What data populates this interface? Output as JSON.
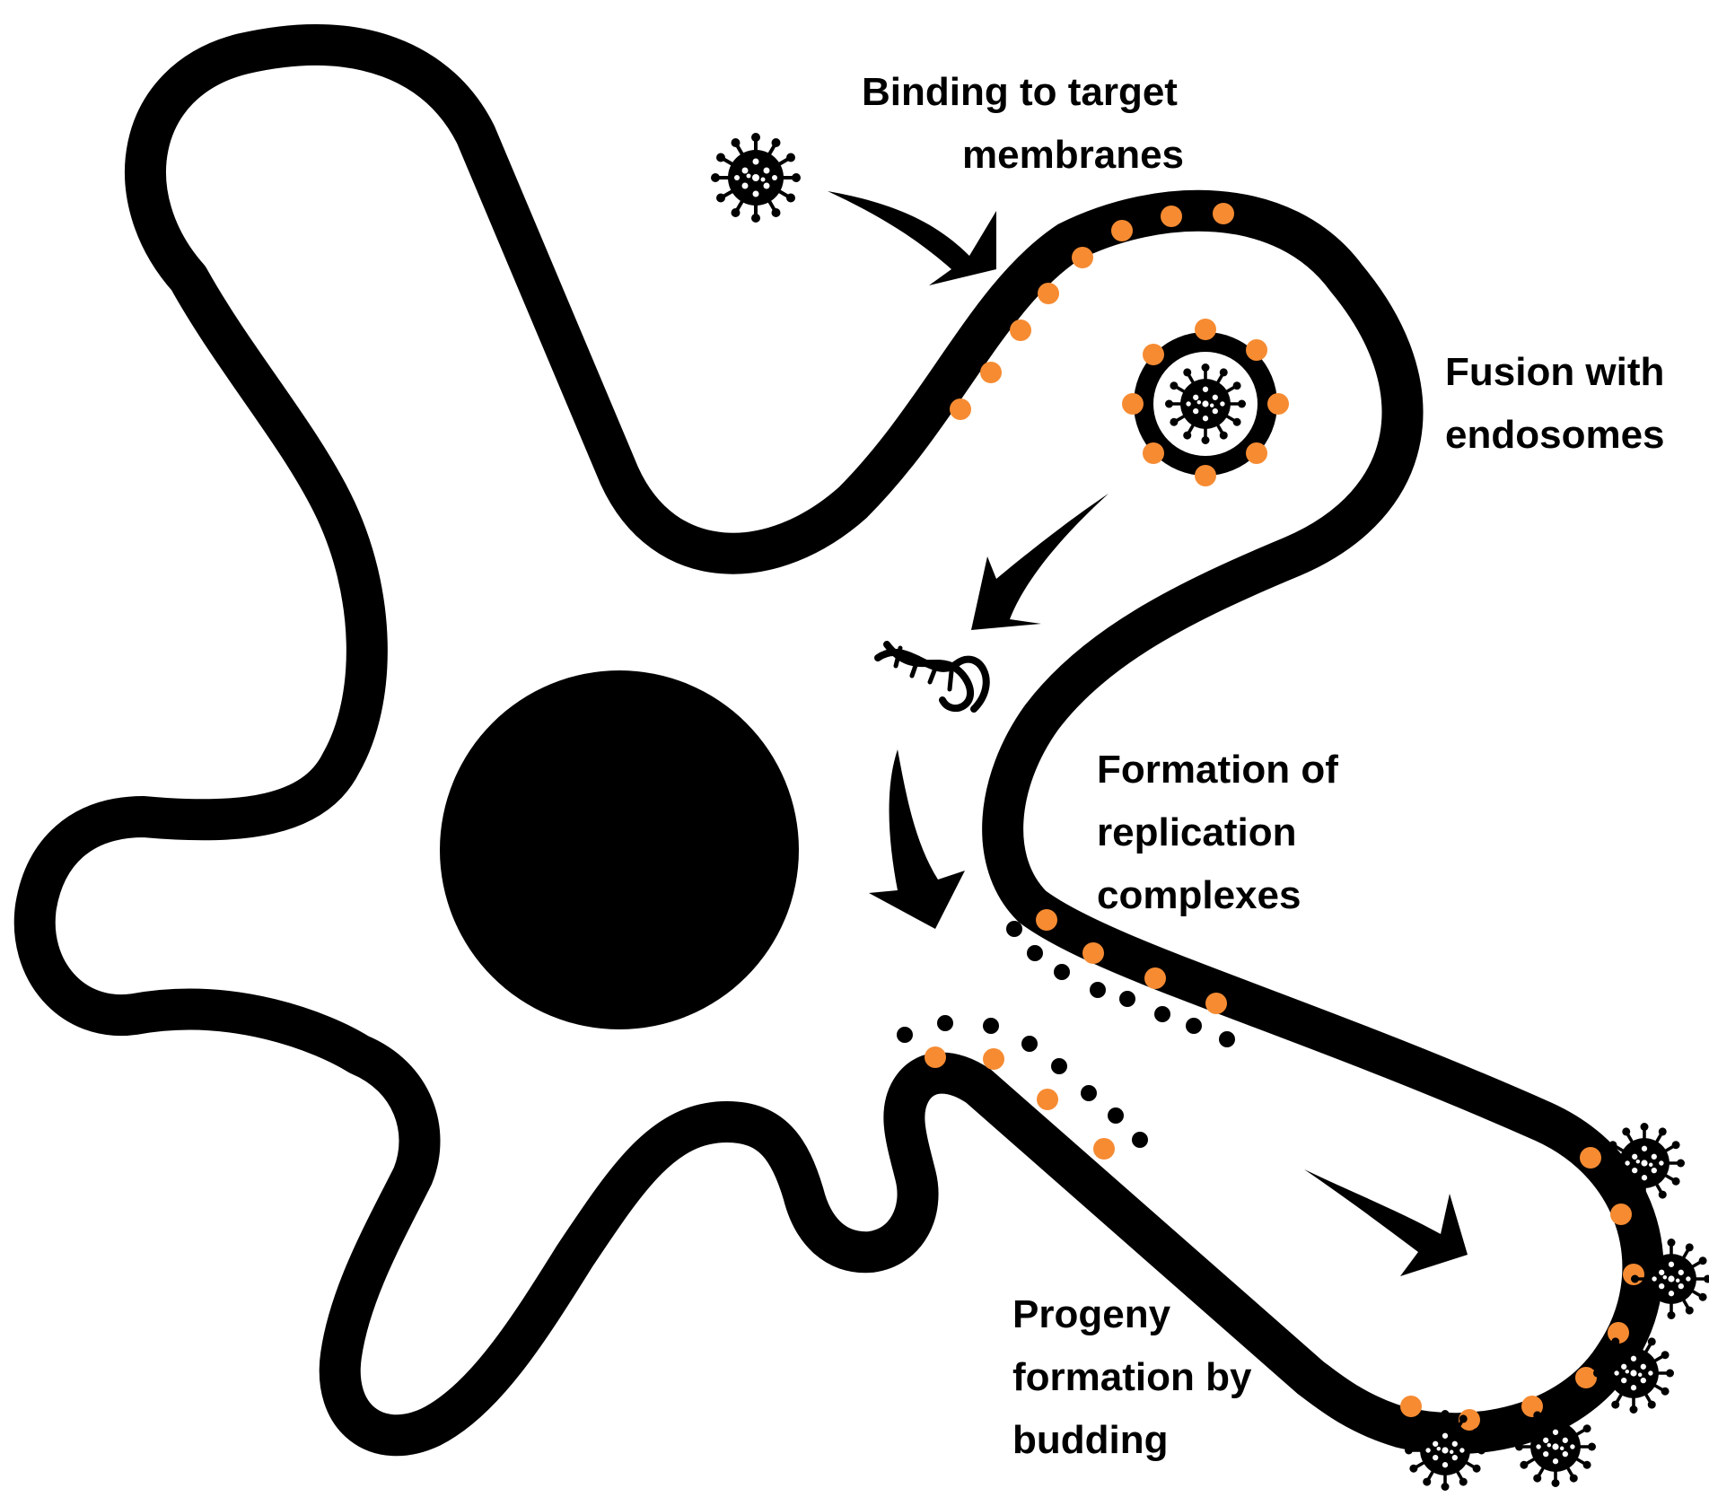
{
  "labels": {
    "binding": [
      "Binding to target",
      "membranes"
    ],
    "fusion": [
      "Fusion with",
      "endosomes"
    ],
    "replication": [
      "Formation of",
      "replication",
      "complexes"
    ],
    "budding": [
      "Progeny",
      "formation by",
      "budding"
    ]
  },
  "icons": [
    "virus-icon",
    "endosome-icon",
    "dna-icon",
    "nucleus",
    "process-arrow-icon"
  ],
  "colors": {
    "membrane": "#000000",
    "lipid_dot": "#f68b32",
    "background": "#ffffff"
  }
}
